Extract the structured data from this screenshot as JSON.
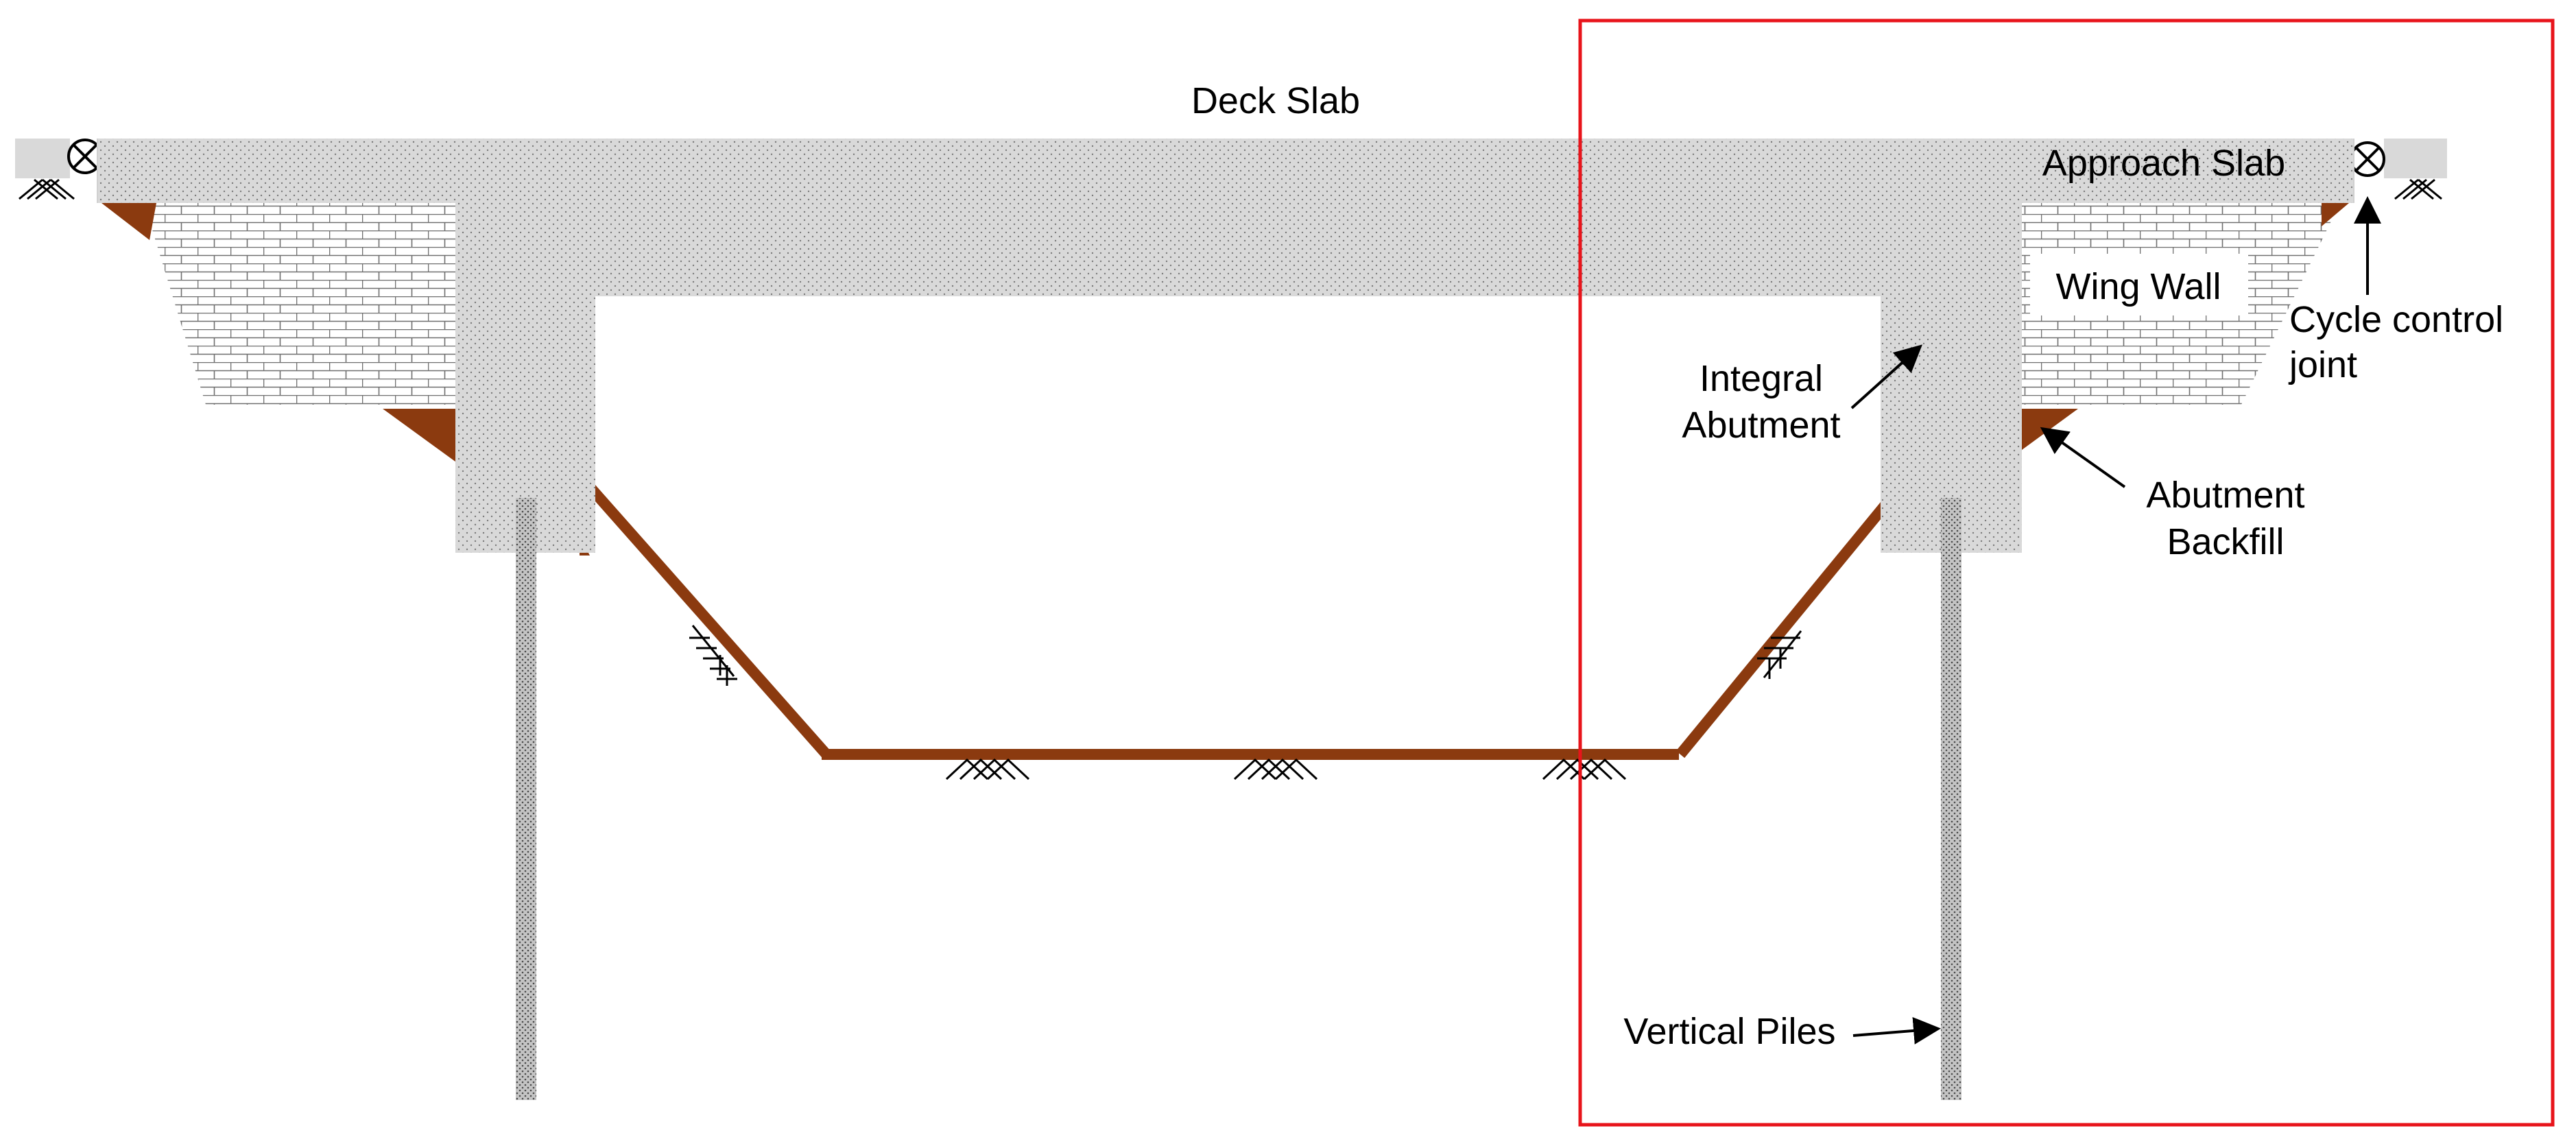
{
  "labels": {
    "deck_slab": "Deck Slab",
    "approach_slab": "Approach Slab",
    "wing_wall": "Wing Wall",
    "cycle_control_joint_line1": "Cycle control",
    "cycle_control_joint_line2": "joint",
    "integral_abutment_line1": "Integral",
    "integral_abutment_line2": "Abutment",
    "abutment_backfill_line1": "Abutment",
    "abutment_backfill_line2": "Backfill",
    "vertical_piles": "Vertical Piles"
  },
  "colors": {
    "concrete": "#d9d9d9",
    "soil": "#8b3a0f",
    "highlight_box": "#e8141b",
    "pile": "#bdbdbd",
    "line": "#000000"
  }
}
